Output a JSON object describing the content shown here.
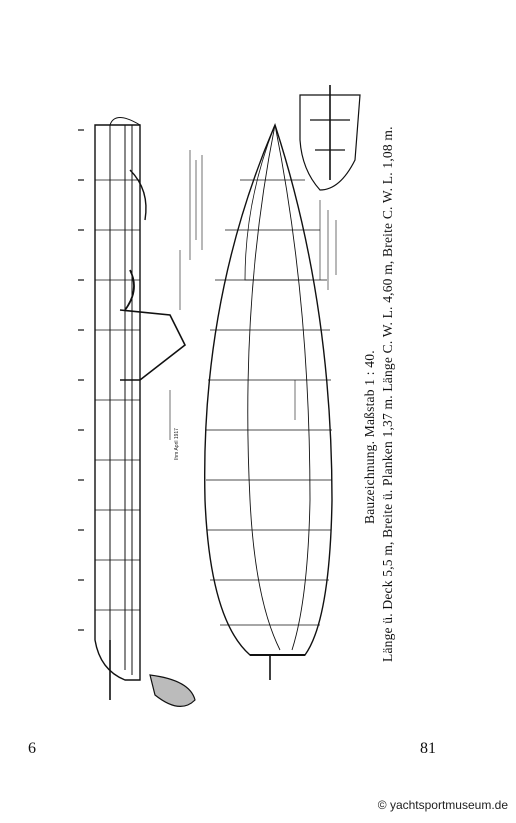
{
  "page": {
    "caption_scale": "Bauzeichnung. Maßstab 1 : 40.",
    "caption_dimensions": "Länge ü. Deck 5,5 m, Breite ü. Planken 1,37 m. Länge C. W. L. 4,60 m, Breite C. W. L. 1,08 m.",
    "page_number_left": "6",
    "page_number_right": "81",
    "credit": "© yachtsportmuseum.de",
    "drawing_signature": "Ihm April 1917"
  }
}
